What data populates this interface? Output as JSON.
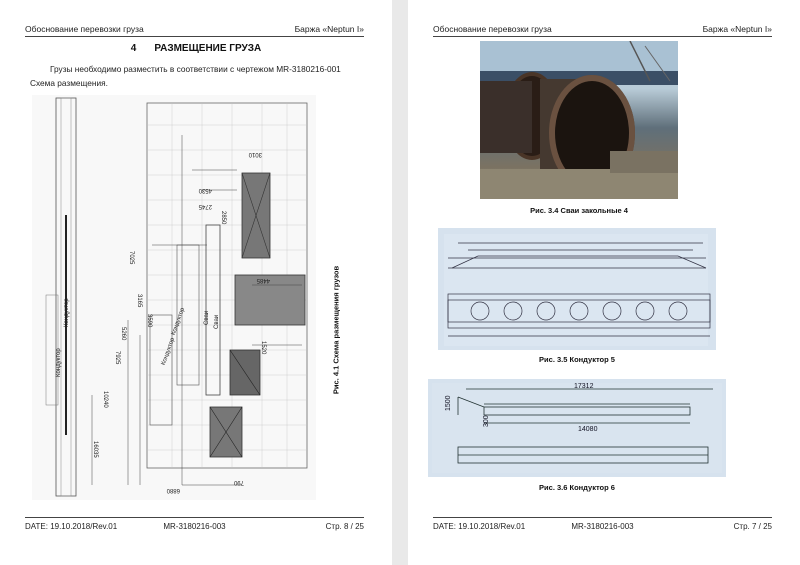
{
  "left_page": {
    "header_left": "Обоснование перевозки груза",
    "header_right": "Баржа «Neptun I»",
    "section_number": "4",
    "section_title": "РАЗМЕЩЕНИЕ ГРУЗА",
    "body_text": "Грузы необходимо разместить в соответствии с чертежом MR-3180216-001 Схема размещения.",
    "figure_caption": "Рис. 4.1 Схема размещения грузов",
    "drawing_dims": [
      "3010",
      "4530",
      "2745",
      "2850",
      "7025",
      "4485",
      "3165",
      "3590",
      "5260",
      "7925",
      "1520",
      "10240",
      "16035",
      "6880",
      "790"
    ],
    "drawing_labels": [
      "Кондуктор",
      "Кондуктор",
      "Сваи",
      "Сваи",
      "Кондуктор",
      "Кондуктор"
    ],
    "footer_date": "DATE: 19.10.2018/Rev.01",
    "footer_doc": "MR-3180216-003",
    "footer_page": "Стр. 8 / 25"
  },
  "right_page": {
    "header_left": "Обоснование перевозки груза",
    "header_right": "Баржа «Neptun I»",
    "fig1_caption": "Рис. 3.4 Сваи закольные 4",
    "fig2_caption": "Рис. 3.5 Кондуктор 5",
    "fig3_caption": "Рис. 3.6 Кондуктор 6",
    "fig3_dims": [
      "17312",
      "1500",
      "14080",
      "300"
    ],
    "footer_date": "DATE: 19.10.2018/Rev.01",
    "footer_doc": "MR-3180216-003",
    "footer_page": "Стр. 7 / 25"
  }
}
